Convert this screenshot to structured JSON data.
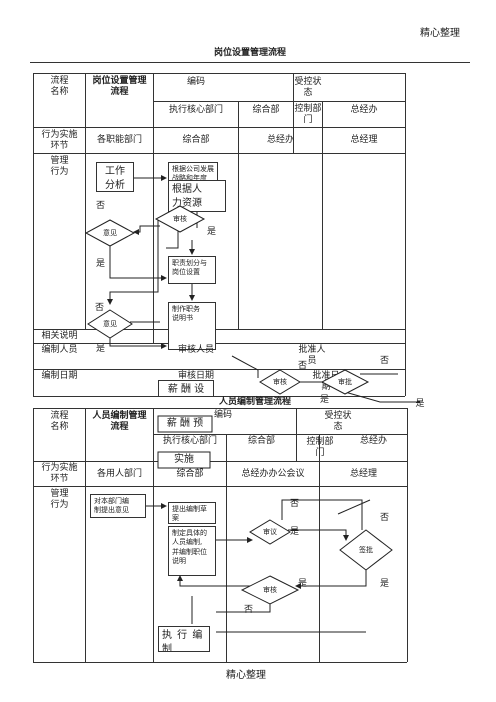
{
  "header": {
    "watermark": "精心整理"
  },
  "footer": {
    "watermark": "精心整理"
  },
  "form1": {
    "title": "岗位设置管理流程",
    "label_process_name": "流程\n名称",
    "process_name": "岗位设置管理\n流程",
    "label_code": "编码",
    "label_controlled_state": "受控状\n态",
    "label_exec_dept": "执行核心部门",
    "exec_dept_value": "综合部",
    "label_control_dept": "控制部\n门",
    "control_dept_value": "总经办",
    "label_stage": "行为实施\n环节",
    "col_dept1": "各职能部门",
    "col_dept2": "综合部",
    "col_dept3": "总经办",
    "col_dept4": "总经理",
    "label_mgmt": "管理\n行为",
    "node_work_analysis": "工作\n分析",
    "node_company_dev": "根据公司发展\n战略和年度",
    "node_hr_resource": "根据人\n力资源",
    "node_review": "审核",
    "node_opinion1": "意见",
    "node_duty": "职责划分与\n岗位设置",
    "node_opinion2": "意见",
    "node_make_duty": "制作职务\n说明书",
    "yes_label": "是",
    "no_label": "否",
    "label_related": "相关说明",
    "label_editor": "编制人员",
    "reviewer_label": "审核人员",
    "approver_label": "批准人\n员",
    "label_edit_date": "编制日期",
    "review_date_label": "审核日期",
    "approve_date_label": "批准日\n期",
    "floating_review": "审核",
    "floating_approve": "审批",
    "floating_salary1": "薪 酬 设",
    "floating_salary2": "薪 酬 预",
    "floating_impl": "实施"
  },
  "form2": {
    "title": "人员编制管理流程",
    "label_process_name": "流程\n名称",
    "process_name": "人员编制管理\n流程",
    "label_code": "编码",
    "label_controlled_state": "受控状\n态",
    "label_exec_dept": "执行核心部门",
    "exec_dept_value": "综合部",
    "label_control_dept": "控制部\n门",
    "control_dept_value": "总经办",
    "label_stage": "行为实施\n环节",
    "col_dept1": "各用人部门",
    "col_dept2": "综合部",
    "col_dept3": "总经办办公会议",
    "col_dept4": "总经理",
    "label_mgmt": "管理\n行为",
    "node_dept_opinion": "对本部门编\n制提出意见",
    "node_propose": "提出编制草\n案",
    "node_set_plan": "制定具体的\n人员编制,\n并编制职位\n说明",
    "node_discuss": "审议",
    "node_review": "审核",
    "node_approve": "签批",
    "node_execute": "执 行 编\n制",
    "yes_label": "是",
    "no_label": "否"
  }
}
